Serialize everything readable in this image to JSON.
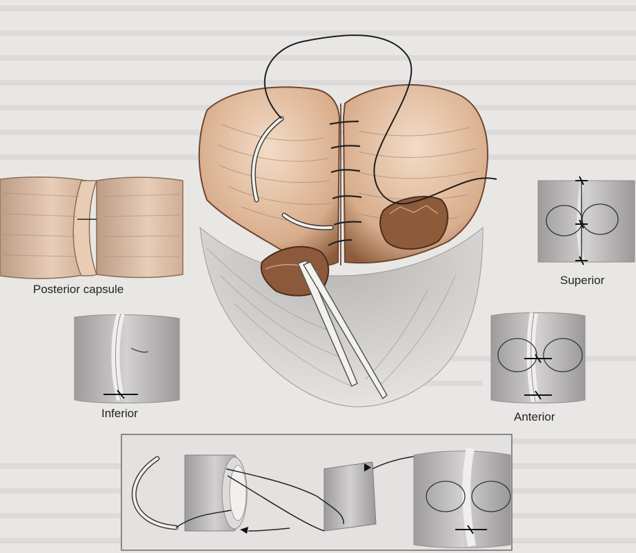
{
  "labels": {
    "posterior": "Posterior capsule",
    "superior": "Superior",
    "inferior": "Inferior",
    "anterior": "Anterior"
  },
  "colors": {
    "background": "#e9e7e5",
    "tissue": "#e7c3a6",
    "tissue_dark": "#8a5a3c",
    "outline": "#5a3b2a",
    "capsule_grey": "#c6c4c4",
    "suture": "#2a2a2a",
    "needle": "#f1efe9"
  }
}
